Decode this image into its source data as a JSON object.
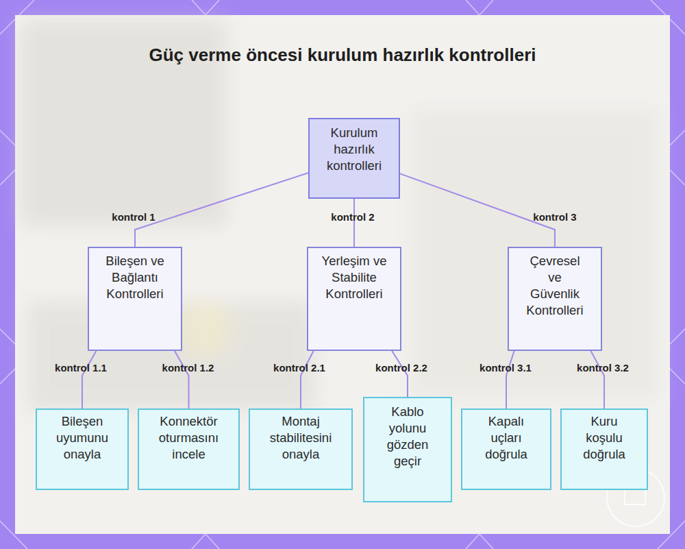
{
  "diagram": {
    "title": "Güç verme öncesi kurulum hazırlık kontrolleri",
    "nodes": [
      {
        "text": [
          "Kurulum hazırlık kontrolleri"
        ]
      },
      {
        "text": [
          "Bileşen ve Bağlantı Kontrolleri"
        ]
      },
      {
        "text": [
          "Yerleşim ve Stabilite Kontrolleri"
        ]
      },
      {
        "text": [
          "Çevresel ve Güvenlik Kontrolleri"
        ]
      },
      {
        "text": [
          "Bileşen uyumunu onayla"
        ]
      },
      {
        "text": [
          "Konnektör oturmasını incele"
        ]
      },
      {
        "text": [
          "Montaj stabilitesini onayla"
        ]
      },
      {
        "text": [
          "Kablo yolunu gözden geçir"
        ]
      },
      {
        "text": [
          "Kapalı uçları doğrula"
        ]
      },
      {
        "text": [
          "Kuru koşulu doğrula"
        ]
      }
    ],
    "edges": [
      {
        "from": 0,
        "to": 1,
        "arrow": "none",
        "label": "kontrol 1"
      },
      {
        "from": 0,
        "to": 2,
        "arrow": "none",
        "label": "kontrol 2"
      },
      {
        "from": 0,
        "to": 3,
        "arrow": "none",
        "label": "kontrol 3"
      },
      {
        "from": 1,
        "to": 4,
        "arrow": "none",
        "label": "kontrol 1.1"
      },
      {
        "from": 1,
        "to": 5,
        "arrow": "none",
        "label": "kontrol 1.2"
      },
      {
        "from": 2,
        "to": 6,
        "arrow": "none",
        "label": "kontrol 2.1"
      },
      {
        "from": 2,
        "to": 7,
        "arrow": "none",
        "label": "kontrol 2.2"
      },
      {
        "from": 3,
        "to": 8,
        "arrow": "none",
        "label": "kontrol 3.1"
      },
      {
        "from": 3,
        "to": 9,
        "arrow": "none",
        "label": "kontrol 3.2"
      }
    ]
  }
}
